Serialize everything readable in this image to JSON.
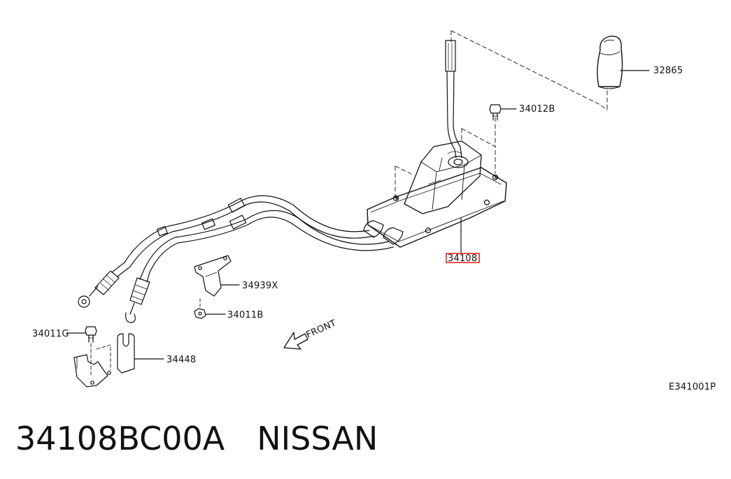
{
  "diagram": {
    "labels": {
      "knob": "32865",
      "bolt_top": "34012B",
      "shifter": "34108",
      "bracket": "34939X",
      "nut": "34011B",
      "bolt_left": "34011G",
      "cable_bracket": "34448",
      "front": "FRONT",
      "figure_code": "E341001P"
    },
    "highlight_color": "#e2231a"
  },
  "caption": {
    "part_number": "34108BC00A",
    "brand": "NISSAN"
  }
}
